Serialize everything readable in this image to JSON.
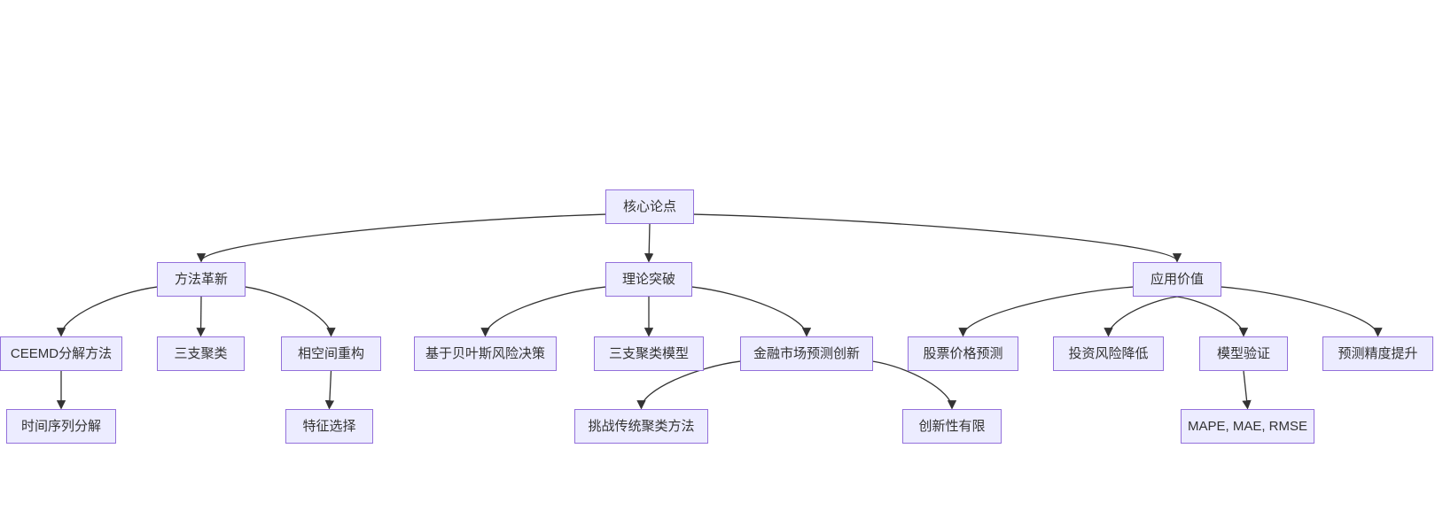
{
  "diagram": {
    "type": "flowchart-top-down",
    "colors": {
      "background": "#FFFFFF",
      "node_fill": "#ECECFF",
      "node_border": "#9370DB",
      "edge_stroke": "#333333",
      "text": "#333333"
    },
    "nodes": {
      "core": {
        "label": "核心论点"
      },
      "method": {
        "label": "方法革新"
      },
      "theory": {
        "label": "理论突破"
      },
      "value": {
        "label": "应用价值"
      },
      "ceemd": {
        "label": "CEEMD分解方法"
      },
      "threeway": {
        "label": "三支聚类"
      },
      "phase": {
        "label": "相空间重构"
      },
      "bayes": {
        "label": "基于贝叶斯风险决策"
      },
      "twcmodel": {
        "label": "三支聚类模型"
      },
      "fin": {
        "label": "金融市场预测创新"
      },
      "stock": {
        "label": "股票价格预测"
      },
      "invest": {
        "label": "投资风险降低"
      },
      "modelval": {
        "label": "模型验证"
      },
      "precision": {
        "label": "预测精度提升"
      },
      "tsdecomp": {
        "label": "时间序列分解"
      },
      "feature": {
        "label": "特征选择"
      },
      "challenge": {
        "label": "挑战传统聚类方法"
      },
      "limited": {
        "label": "创新性有限"
      },
      "mape": {
        "label": "MAPE, MAE, RMSE"
      }
    },
    "edges": [
      {
        "from": "core",
        "to": "method"
      },
      {
        "from": "core",
        "to": "theory"
      },
      {
        "from": "core",
        "to": "value"
      },
      {
        "from": "method",
        "to": "ceemd"
      },
      {
        "from": "method",
        "to": "threeway"
      },
      {
        "from": "method",
        "to": "phase"
      },
      {
        "from": "theory",
        "to": "bayes"
      },
      {
        "from": "theory",
        "to": "twcmodel"
      },
      {
        "from": "theory",
        "to": "fin"
      },
      {
        "from": "value",
        "to": "stock"
      },
      {
        "from": "value",
        "to": "invest"
      },
      {
        "from": "value",
        "to": "modelval"
      },
      {
        "from": "value",
        "to": "precision"
      },
      {
        "from": "ceemd",
        "to": "tsdecomp"
      },
      {
        "from": "phase",
        "to": "feature"
      },
      {
        "from": "fin",
        "to": "challenge"
      },
      {
        "from": "fin",
        "to": "limited"
      },
      {
        "from": "modelval",
        "to": "mape"
      }
    ]
  }
}
